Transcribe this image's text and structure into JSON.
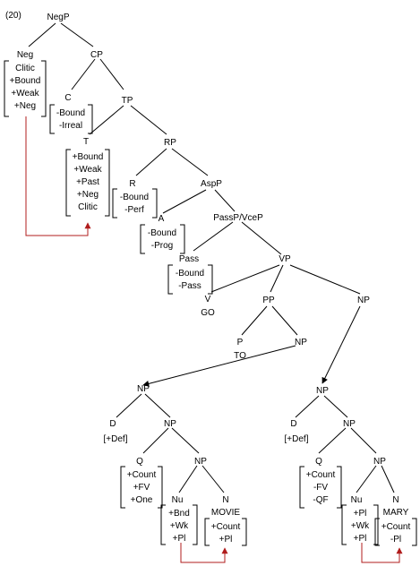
{
  "example_number": "(20)",
  "colors": {
    "link": "#b01c1c",
    "ink": "#000000",
    "background": "#ffffff"
  },
  "labels": {
    "negp": "NegP",
    "neg": "Neg",
    "cp": "CP",
    "c": "C",
    "tp": "TP",
    "t": "T",
    "rp": "RP",
    "r": "R",
    "aspp": "AspP",
    "a": "A",
    "passpvcep": "PassP/VceP",
    "pass": "Pass",
    "vp": "VP",
    "v": "V",
    "go": "GO",
    "pp": "PP",
    "np_vp": "NP",
    "p": "P",
    "to": "TO",
    "np_pp": "NP",
    "np_left": "NP",
    "d_left": "D",
    "def_left": "[+Def]",
    "np_left2": "NP",
    "q_left": "Q",
    "np_left3": "NP",
    "nu_left": "Nu",
    "n_left": "N",
    "movie": "MOVIE",
    "np_right": "NP",
    "d_right": "D",
    "def_right": "[+Def]",
    "np_right2": "NP",
    "q_right": "Q",
    "np_right3": "NP",
    "nu_right": "Nu",
    "n_right": "N",
    "mary": "MARY"
  },
  "features": {
    "neg": [
      "Clitic",
      "+Bound",
      "+Weak",
      "+Neg"
    ],
    "c": [
      "-Bound",
      "-Irreal"
    ],
    "t": [
      "+Bound",
      "+Weak",
      "+Past",
      "+Neg",
      "Clitic"
    ],
    "r": [
      "-Bound",
      "-Perf"
    ],
    "a": [
      "-Bound",
      "-Prog"
    ],
    "pass": [
      "-Bound",
      "-Pass"
    ],
    "q_left": [
      "+Count",
      "+FV",
      "+One"
    ],
    "nu_left": [
      "+Bnd",
      "+Wk",
      "+Pl"
    ],
    "n_left": [
      "+Count",
      "+Pl"
    ],
    "q_right": [
      "+Count",
      "-FV",
      "-QF"
    ],
    "nu_right": [
      "+Pl",
      "+Wk",
      "+Pl"
    ],
    "n_right": [
      "+Count",
      "-Pl"
    ]
  }
}
